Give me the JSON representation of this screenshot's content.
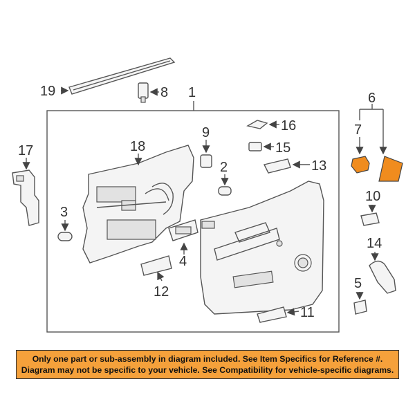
{
  "callouts": {
    "n1": "1",
    "n2": "2",
    "n3": "3",
    "n4": "4",
    "n5": "5",
    "n6": "6",
    "n7": "7",
    "n8": "8",
    "n9": "9",
    "n10": "10",
    "n11": "11",
    "n12": "12",
    "n13": "13",
    "n14": "14",
    "n15": "15",
    "n16": "16",
    "n17": "17",
    "n18": "18",
    "n19": "19"
  },
  "banner": {
    "line1": "Only one part or sub-assembly in diagram included. See Item Specifics for Reference #.",
    "line2": "Diagram may not be specific to your vehicle. See Compatibility for vehicle-specific diagrams."
  },
  "colors": {
    "highlight": "#f08c1e",
    "banner": "#f5a13b"
  }
}
